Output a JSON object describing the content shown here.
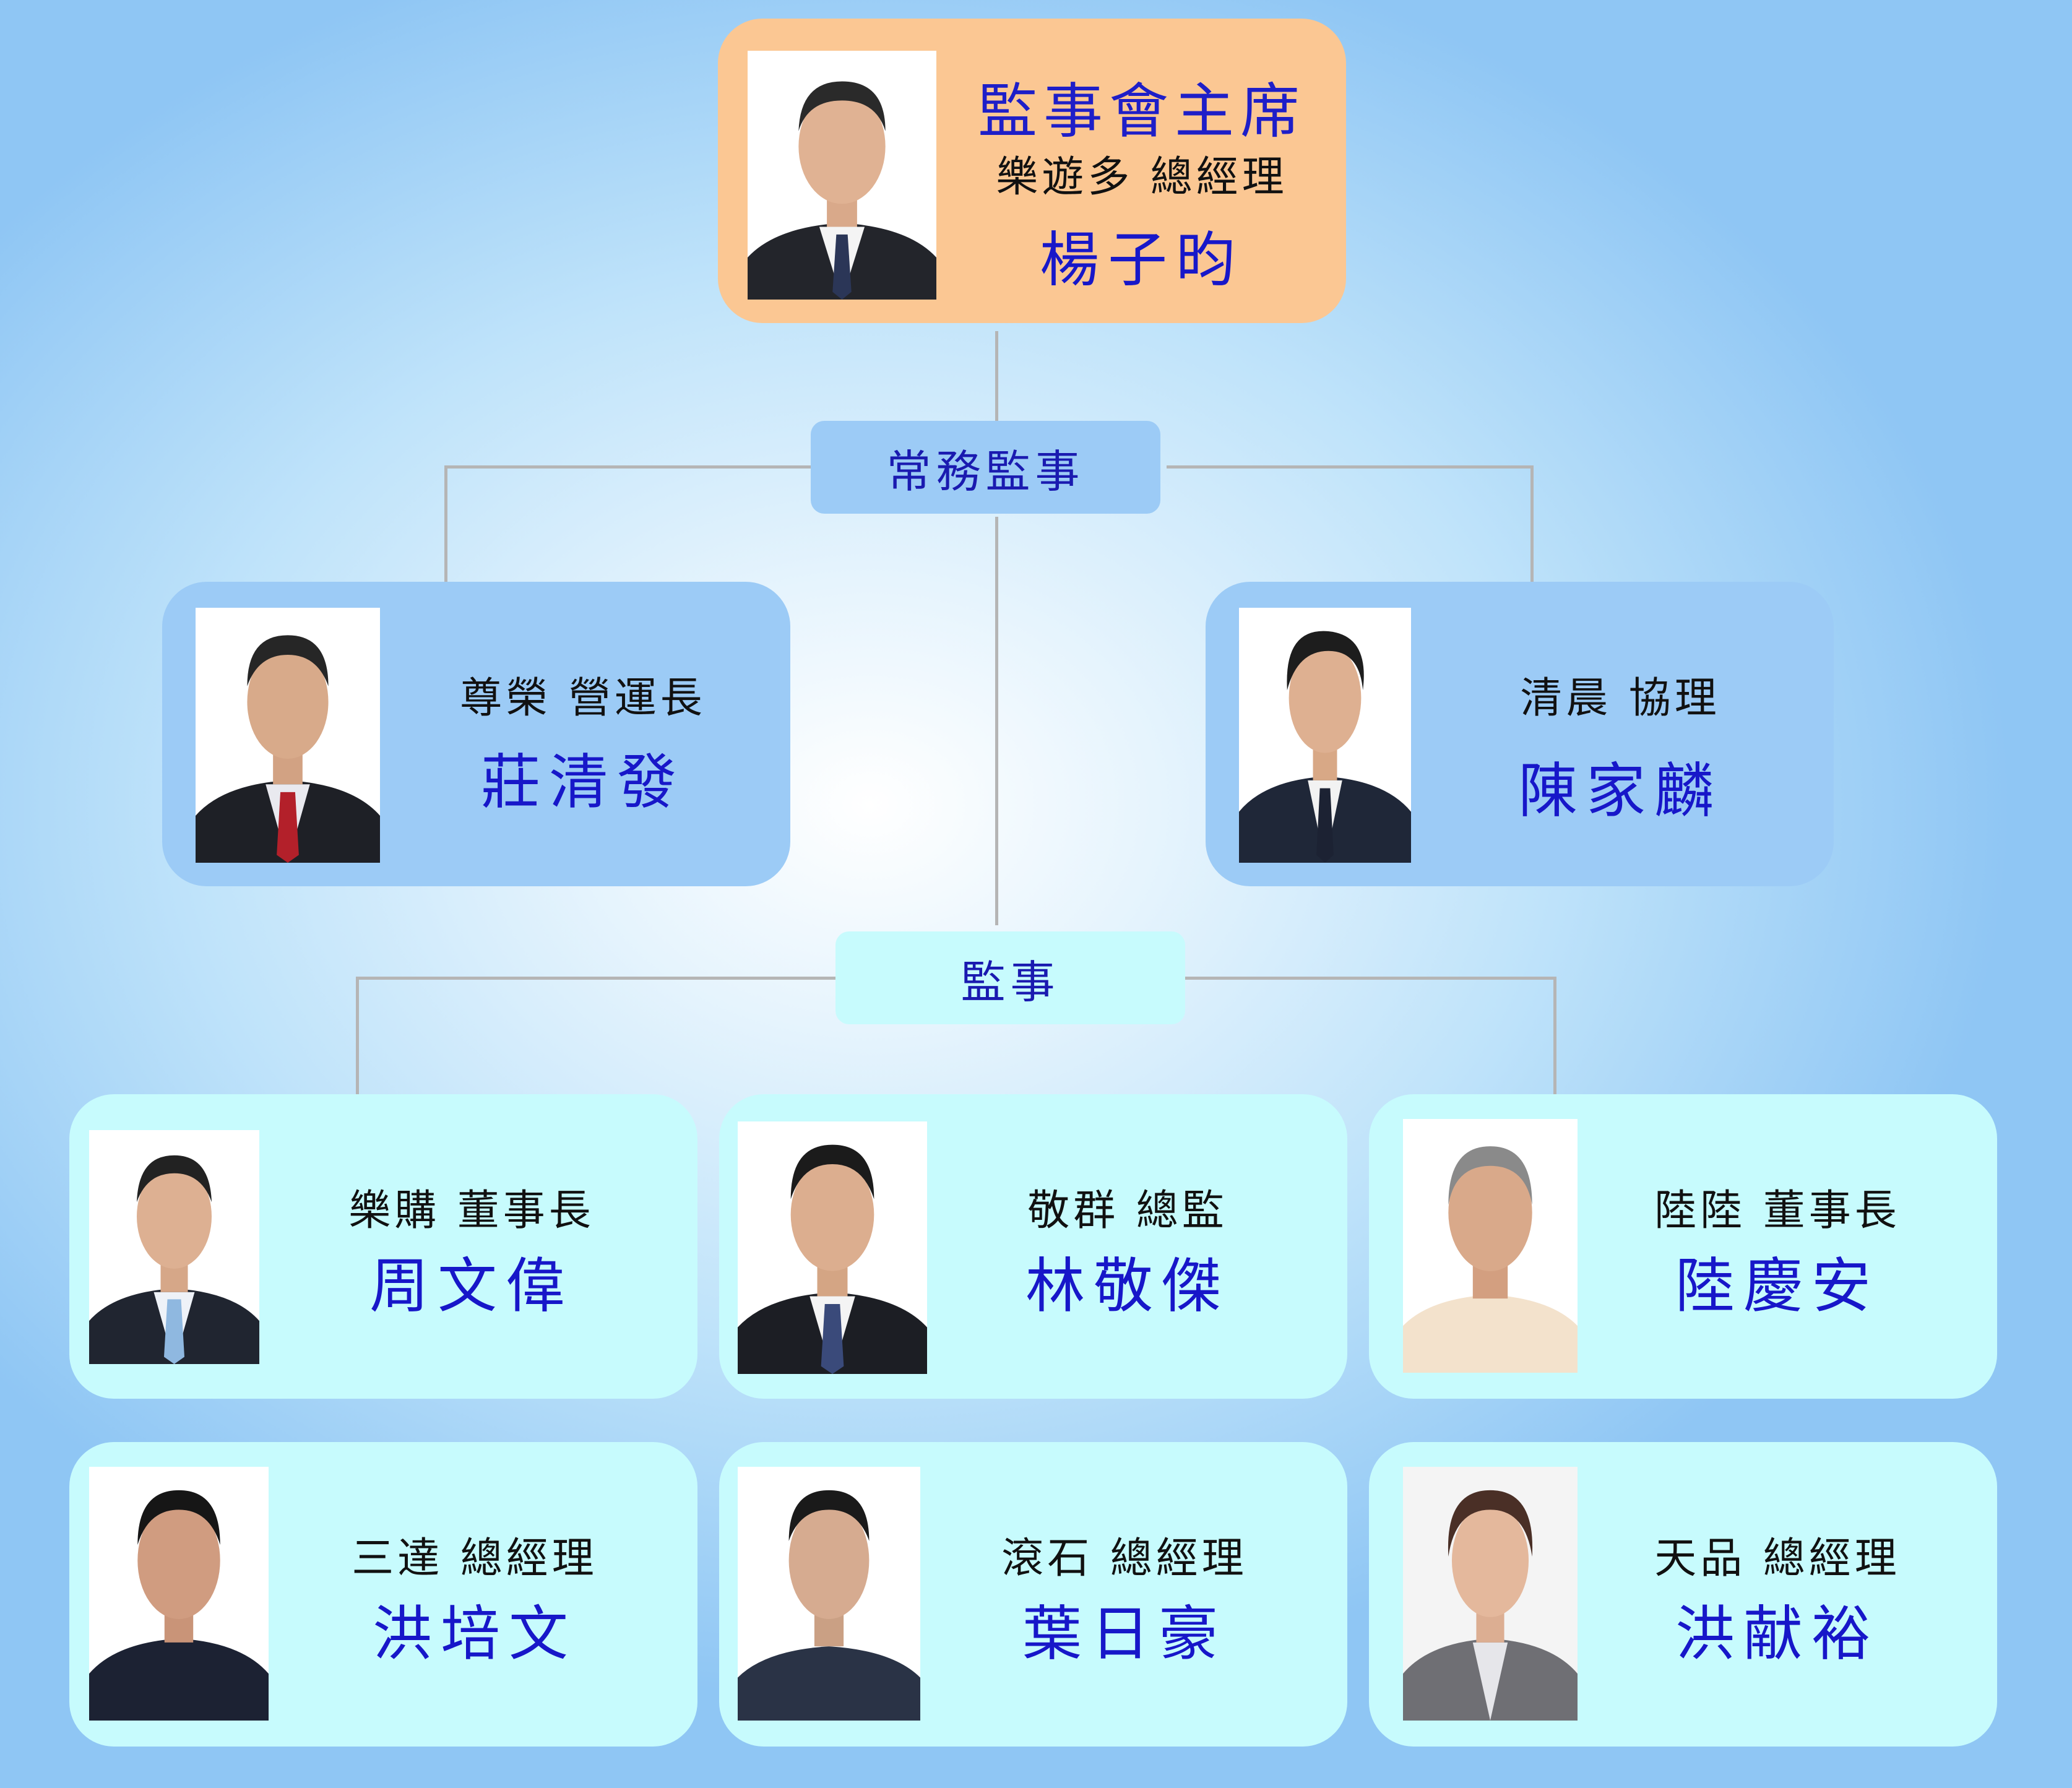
{
  "chairman": {
    "title": "監事會主席",
    "org": "樂遊多  總經理",
    "name": "楊子昀"
  },
  "standing_label": "常務監事",
  "standing": [
    {
      "org": "尊榮  營運長",
      "name": "莊清發"
    },
    {
      "org": "清晨  協理",
      "name": "陳家麟"
    }
  ],
  "supervisor_label": "監事",
  "supervisors": [
    {
      "org": "樂購  董事長",
      "name": "周文偉"
    },
    {
      "org": "敬群  總監",
      "name": "林敬傑"
    },
    {
      "org": "陸陸  董事長",
      "name": "陸慶安"
    },
    {
      "org": "三達  總經理",
      "name": "洪培文"
    },
    {
      "org": "滾石  總經理",
      "name": "葉日豪"
    },
    {
      "org": "天品  總經理",
      "name": "洪献裕"
    }
  ],
  "colors": {
    "top_card": "#fbc793",
    "mid_card": "#9ccbf6",
    "low_card": "#c7fbfd",
    "name_text": "#1717c9",
    "connector": "#b5b5b5"
  }
}
